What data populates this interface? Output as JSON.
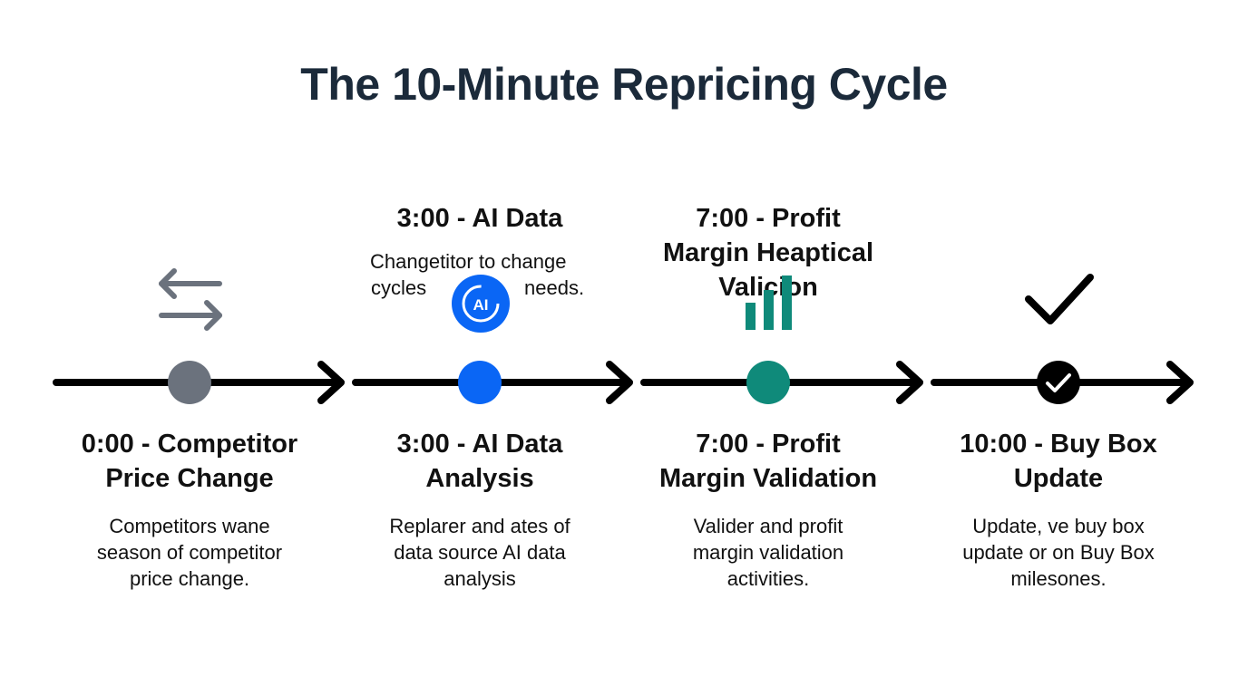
{
  "title": "The 10-Minute Repricing Cycle",
  "colors": {
    "title": "#1b2a3a",
    "line": "#000000",
    "step1": "#6b727d",
    "step2": "#0a66f5",
    "step3": "#0f8a7a",
    "step4": "#000000"
  },
  "upper": {
    "step2": {
      "title": "3:00 - AI Data",
      "desc_line1": "Changetitor to change",
      "desc_line2_left": "cycles",
      "desc_line2_right": "needs.",
      "icon_text": "AI"
    },
    "step3": {
      "title_line1": "7:00 - Profit",
      "title_line2": "Margin Heaptical",
      "title_line3": "Valicion"
    }
  },
  "steps": [
    {
      "title_line1": "0:00 - Competitor",
      "title_line2": "Price Change",
      "desc_line1": "Competitors wane",
      "desc_line2": "season of competitor",
      "desc_line3": "price change.",
      "icon": "swap-arrows-icon"
    },
    {
      "title_line1": "3:00 - AI Data",
      "title_line2": "Analysis",
      "desc_line1": "Replarer and ates of",
      "desc_line2": "data source AI data",
      "desc_line3": "analysis",
      "icon": "ai-badge-icon"
    },
    {
      "title_line1": "7:00 - Profit",
      "title_line2": "Margin Validation",
      "desc_line1": "Valider and profit",
      "desc_line2": "margin validation",
      "desc_line3": "activities.",
      "icon": "bar-chart-icon"
    },
    {
      "title_line1": "10:00 - Buy Box",
      "title_line2": "Update",
      "desc_line1": "Update, ve buy box",
      "desc_line2": "update or on Buy Box",
      "desc_line3": "milesones.",
      "icon": "checkmark-icon"
    }
  ]
}
